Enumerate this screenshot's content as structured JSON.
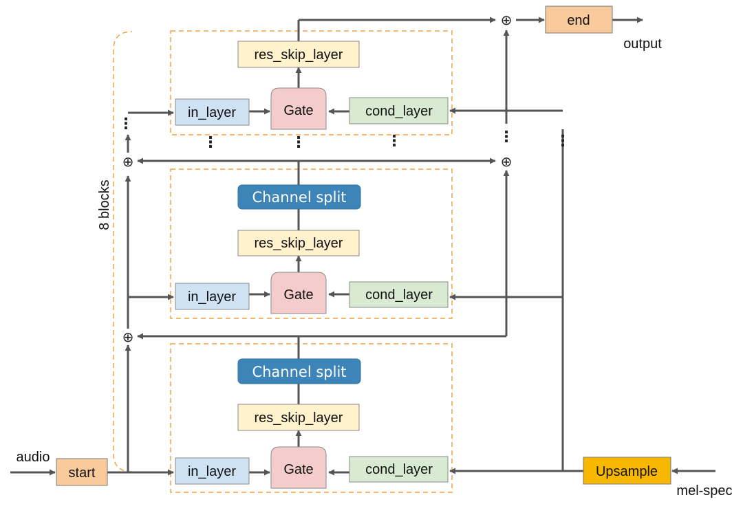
{
  "labels": {
    "audio": "audio",
    "start": "start",
    "end": "end",
    "output": "output",
    "mel_spec": "mel-spec",
    "upsample": "Upsample",
    "blocks": "8 blocks",
    "in_layer": "in_layer",
    "gate": "Gate",
    "cond_layer": "cond_layer",
    "res_skip_layer": "res_skip_layer",
    "channel_split": "Channel split",
    "oplus": "⊕",
    "vdots": "⋮"
  },
  "colors": {
    "in_layer": "#cfe2f3",
    "gate": "#f4cccc",
    "cond_layer": "#d9ead3",
    "res_skip_layer": "#fff2cc",
    "channel_split": "#3d85b8",
    "start_end": "#f9cb9c",
    "upsample": "#f9b800",
    "block_border": "#f0a040",
    "line": "#555555"
  }
}
